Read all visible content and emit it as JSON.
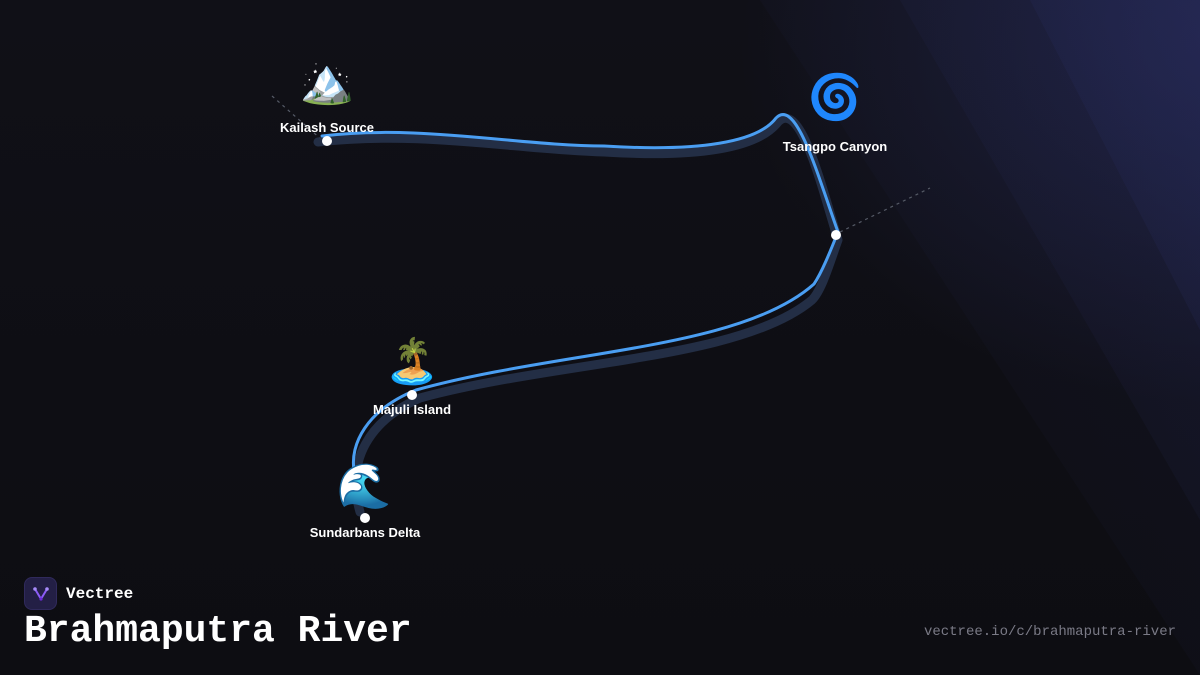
{
  "brand": {
    "name": "Vectree",
    "logo_icon": "vectree-logo-icon",
    "logo_color": "#8b5cf6"
  },
  "page": {
    "title": "Brahmaputra River",
    "url": "vectree.io/c/brahmaputra-river"
  },
  "route": {
    "line_color": "#4a9ef2",
    "shadow_color": "#2a3a55",
    "stops": [
      {
        "label": "Kailash Source",
        "emoji": "🏔️",
        "icon": "mountain-icon"
      },
      {
        "label": "Tsangpo Canyon",
        "emoji": "🌀",
        "icon": "cyclone-icon"
      },
      {
        "label": "Majuli Island",
        "emoji": "🏝️",
        "icon": "island-icon"
      },
      {
        "label": "Sundarbans Delta",
        "emoji": "🌊",
        "icon": "wave-icon"
      }
    ]
  },
  "colors": {
    "background": "#0e0e14",
    "text": "#ffffff",
    "muted_text": "#7a7a86"
  }
}
